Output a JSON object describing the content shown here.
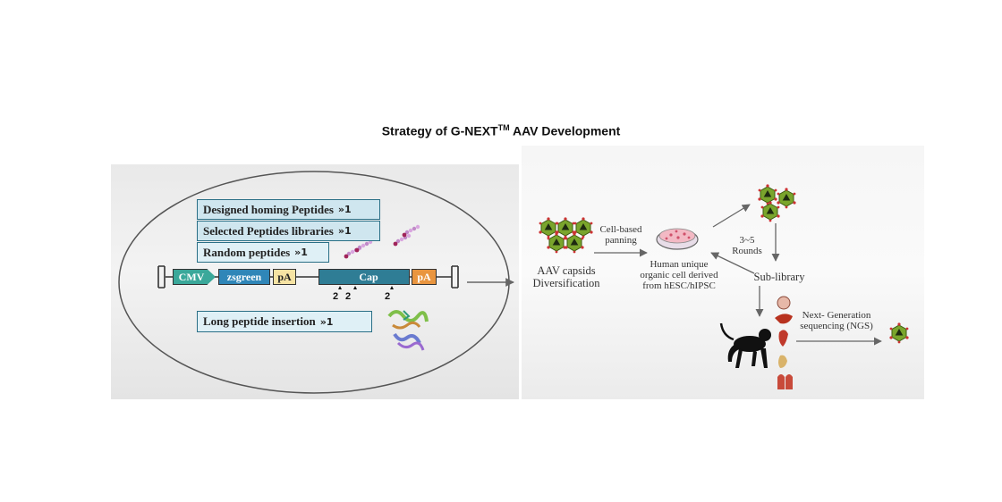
{
  "title": {
    "main": "Strategy of G-NEXT",
    "tm": "TM",
    "rest": " AAV Development"
  },
  "left_panel": {
    "boxes": {
      "designed": "Designed homing Peptides",
      "selected": "Selected Peptides libraries",
      "random": "Random peptides",
      "long": "Long peptide insertion",
      "suffix": "»1"
    },
    "construct": {
      "cmv": "CMV",
      "zsgreen": "zsgreen",
      "pa1": "pA",
      "cap": "Cap",
      "pa2": "pA"
    },
    "insertion_counts": [
      "2",
      "2",
      "2"
    ]
  },
  "right_panel": {
    "aav_capsids": "AAV capsids",
    "diversification": "Diversification",
    "cell_based": "Cell-based",
    "panning": "panning",
    "human_cell": [
      "Human unique",
      "organic cell derived",
      "from hESC/hIPSC"
    ],
    "rounds": [
      "3~5",
      "Rounds"
    ],
    "sub_library": "Sub-library",
    "ngs": [
      "Next-  Generation",
      "sequencing  (NGS)"
    ]
  },
  "colors": {
    "cmv": "#3aa89a",
    "zsgreen": "#2f86b8",
    "pa_yellow": "#f6e3a3",
    "cap": "#2f7d95",
    "pa_orange": "#e9953f",
    "box_border": "#2a6f86",
    "insertion_marker": "#d0283e",
    "virus_green": "#6f9a2a"
  }
}
